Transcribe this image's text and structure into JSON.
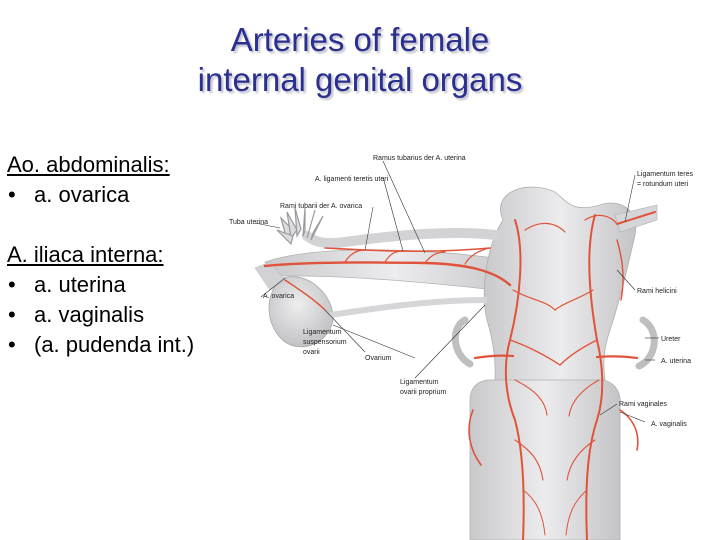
{
  "title": {
    "line1": "Arteries of female",
    "line2": "internal genital organs"
  },
  "bullets": {
    "group1_head": "Ao. abdominalis:",
    "group1_items": [
      "a. ovarica"
    ],
    "group2_head": "A. iliaca interna:",
    "group2_items": [
      "a. uterina",
      "a. vaginalis",
      "(a. pudenda int.)"
    ]
  },
  "figure": {
    "labels": {
      "ramus_tubarius": "Ramus tubarius der A. uterina",
      "lig_teretis": "A. ligamenti teretis uteri",
      "rami_tubarii_ovarica": "Rami tubarii der A. ovarica",
      "tuba_uterina": "Tuba uterina",
      "a_ovarica": "A. ovarica",
      "lig_teres_1": "Ligamentum teres",
      "lig_teres_2": "= rotundum uteri",
      "rami_helicini": "Rami helicini",
      "lig_susp_1": "Ligamentum",
      "lig_susp_2": "suspensorium",
      "lig_susp_3": "ovarii",
      "ovarium": "Ovarium",
      "ureter": "Ureter",
      "a_uterina": "A. uterina",
      "lig_ov_1": "Ligamentum",
      "lig_ov_2": "ovarii proprium",
      "rami_vaginales": "Rami vaginales",
      "a_vaginalis": "A. vaginalis"
    }
  },
  "colors": {
    "title": "#2b2f8f",
    "artery": "#e0533a",
    "tissue": "#dcdcde"
  }
}
